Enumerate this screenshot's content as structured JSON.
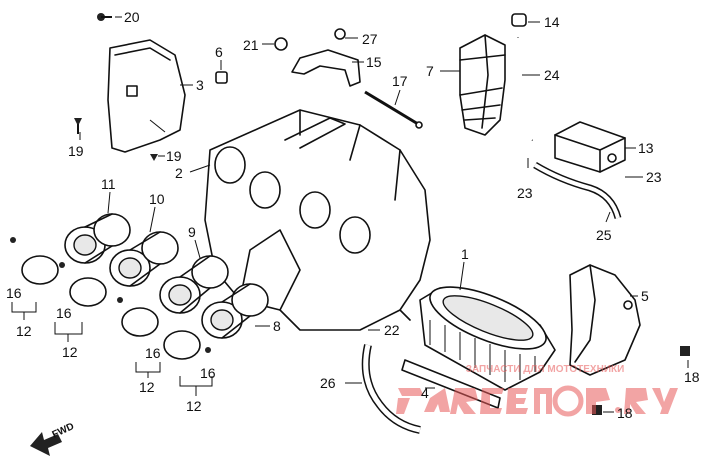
{
  "diagram": {
    "callouts": [
      {
        "id": "c20a",
        "text": "20"
      },
      {
        "id": "c3",
        "text": "3"
      },
      {
        "id": "c6",
        "text": "6"
      },
      {
        "id": "c21",
        "text": "21"
      },
      {
        "id": "c27",
        "text": "27"
      },
      {
        "id": "c15",
        "text": "15"
      },
      {
        "id": "c17",
        "text": "17"
      },
      {
        "id": "c7",
        "text": "7"
      },
      {
        "id": "c14",
        "text": "14"
      },
      {
        "id": "c24",
        "text": "24"
      },
      {
        "id": "c19a",
        "text": "19"
      },
      {
        "id": "c19b",
        "text": "19"
      },
      {
        "id": "c2",
        "text": "2"
      },
      {
        "id": "c13",
        "text": "13"
      },
      {
        "id": "c23a",
        "text": "23"
      },
      {
        "id": "c23b",
        "text": "23"
      },
      {
        "id": "c25",
        "text": "25"
      },
      {
        "id": "c11",
        "text": "11"
      },
      {
        "id": "c10",
        "text": "10"
      },
      {
        "id": "c9",
        "text": "9"
      },
      {
        "id": "c1",
        "text": "1"
      },
      {
        "id": "c5",
        "text": "5"
      },
      {
        "id": "c16a",
        "text": "16"
      },
      {
        "id": "c12a",
        "text": "12"
      },
      {
        "id": "c16b",
        "text": "16"
      },
      {
        "id": "c12b",
        "text": "12"
      },
      {
        "id": "c8",
        "text": "8"
      },
      {
        "id": "c16c",
        "text": "16"
      },
      {
        "id": "c12c",
        "text": "12"
      },
      {
        "id": "c16d",
        "text": "16"
      },
      {
        "id": "c12d",
        "text": "12"
      },
      {
        "id": "c22",
        "text": "22"
      },
      {
        "id": "c26",
        "text": "26"
      },
      {
        "id": "c4",
        "text": "4"
      },
      {
        "id": "c18a",
        "text": "18"
      },
      {
        "id": "c18b",
        "text": "18"
      }
    ],
    "fwd_label": "FWD",
    "watermark_text": "ЗАПЧАСТИ ДЛЯ МОТОТЕХНИКИ",
    "watermark_color": "#e85a5a",
    "line_color": "#111111"
  }
}
